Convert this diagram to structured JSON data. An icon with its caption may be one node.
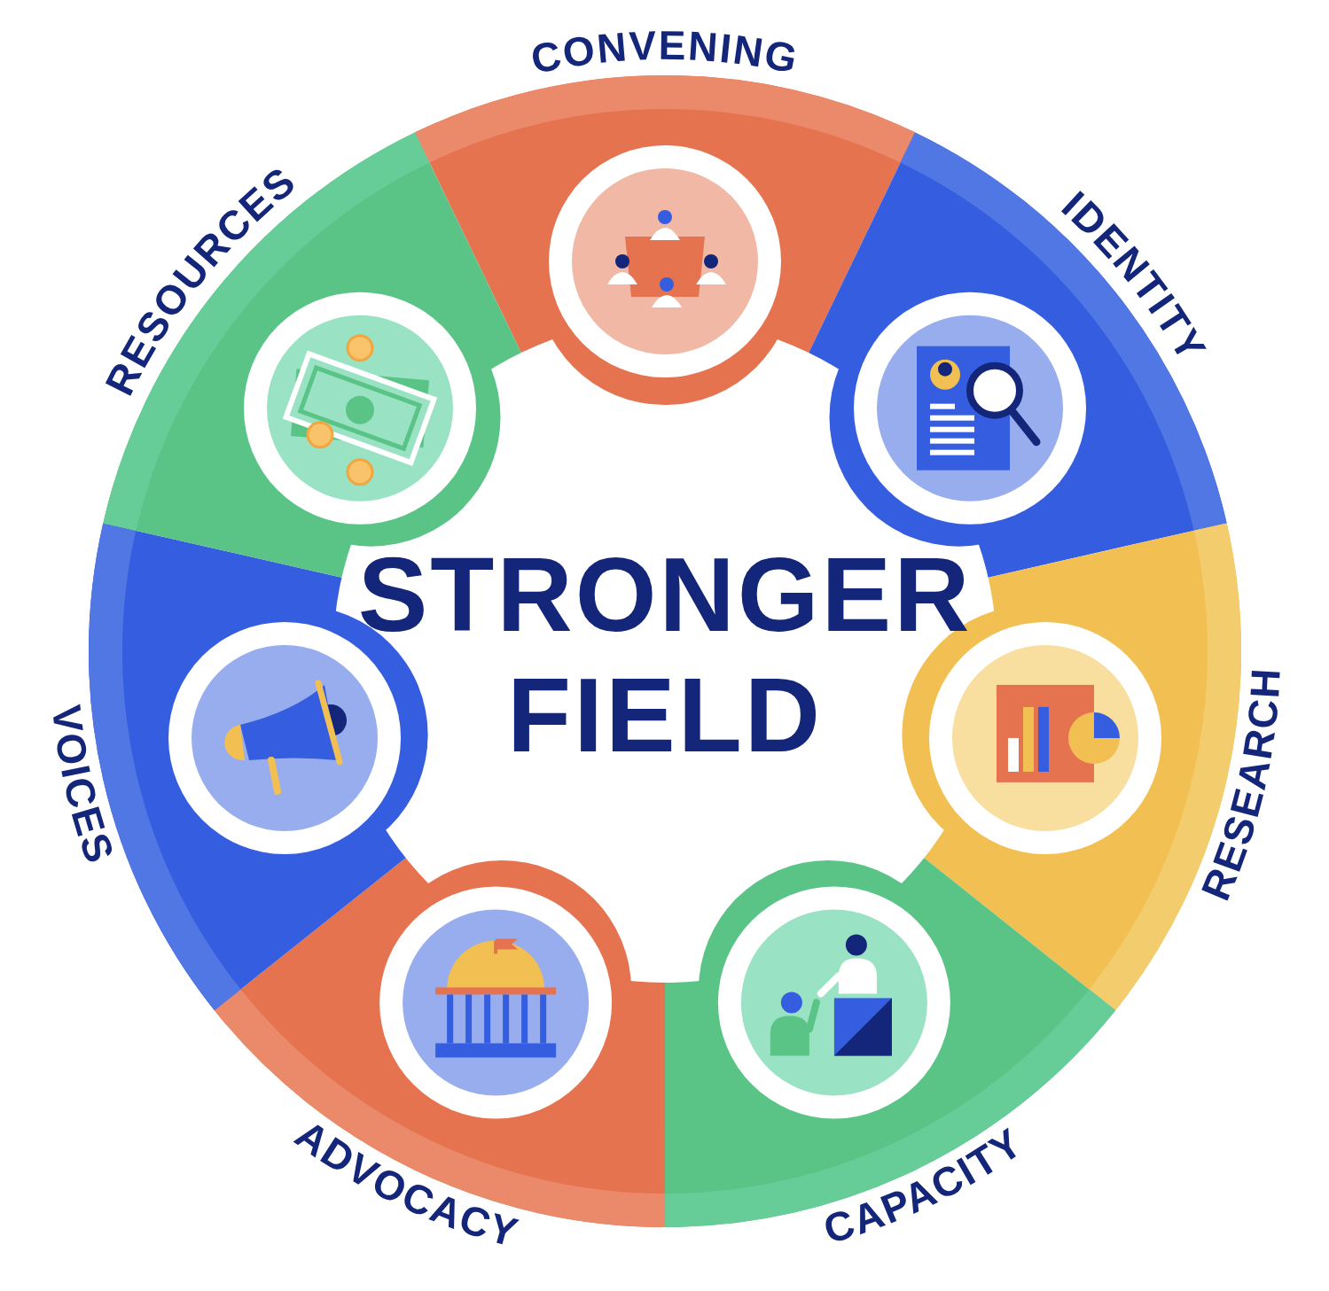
{
  "diagram": {
    "nodes": [
      {
        "text": [
          "STRONGER FIELD"
        ]
      },
      {
        "text": [
          "CONVENING"
        ]
      },
      {
        "text": [
          "IDENTITY"
        ]
      },
      {
        "text": [
          "RESEARCH"
        ]
      },
      {
        "text": [
          "CAPACITY"
        ]
      },
      {
        "text": [
          "ADVOCACY"
        ]
      },
      {
        "text": [
          "VOICES"
        ]
      },
      {
        "text": [
          "RESOURCES"
        ]
      }
    ]
  }
}
